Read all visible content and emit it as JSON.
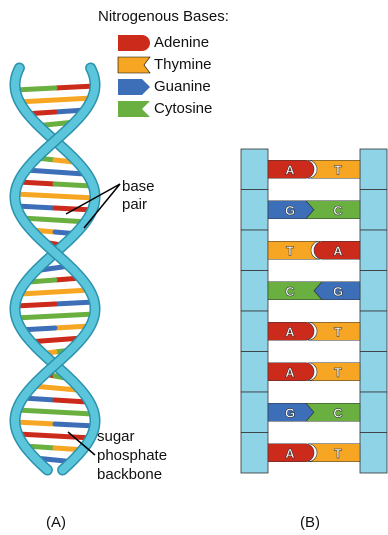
{
  "legend": {
    "title": "Nitrogenous Bases:",
    "items": [
      {
        "label": "Adenine",
        "color": "#cc2b1c",
        "shape": "round"
      },
      {
        "label": "Thymine",
        "color": "#f6a623",
        "shape": "notch"
      },
      {
        "label": "Guanine",
        "color": "#3d6fb8",
        "shape": "arrow"
      },
      {
        "label": "Cytosine",
        "color": "#6ab040",
        "shape": "arrow-notch"
      }
    ]
  },
  "colors": {
    "backbone": "#5bc5dc",
    "backbone_dark": "#2a92ab",
    "rail": "#8fd3e6",
    "adenine": "#cc2b1c",
    "thymine": "#f6a623",
    "guanine": "#3d6fb8",
    "cytosine": "#6ab040"
  },
  "annotations": {
    "base_pair": [
      "base",
      "pair"
    ],
    "backbone": [
      "sugar",
      "phosphate",
      "backbone"
    ]
  },
  "panels": {
    "a_label": "(A)",
    "b_label": "(B)"
  },
  "ladder_pairs": [
    {
      "left": "A",
      "right": "T"
    },
    {
      "left": "G",
      "right": "C"
    },
    {
      "left": "T",
      "right": "A"
    },
    {
      "left": "C",
      "right": "G"
    },
    {
      "left": "A",
      "right": "T"
    },
    {
      "left": "A",
      "right": "T"
    },
    {
      "left": "G",
      "right": "C"
    },
    {
      "left": "A",
      "right": "T"
    }
  ]
}
